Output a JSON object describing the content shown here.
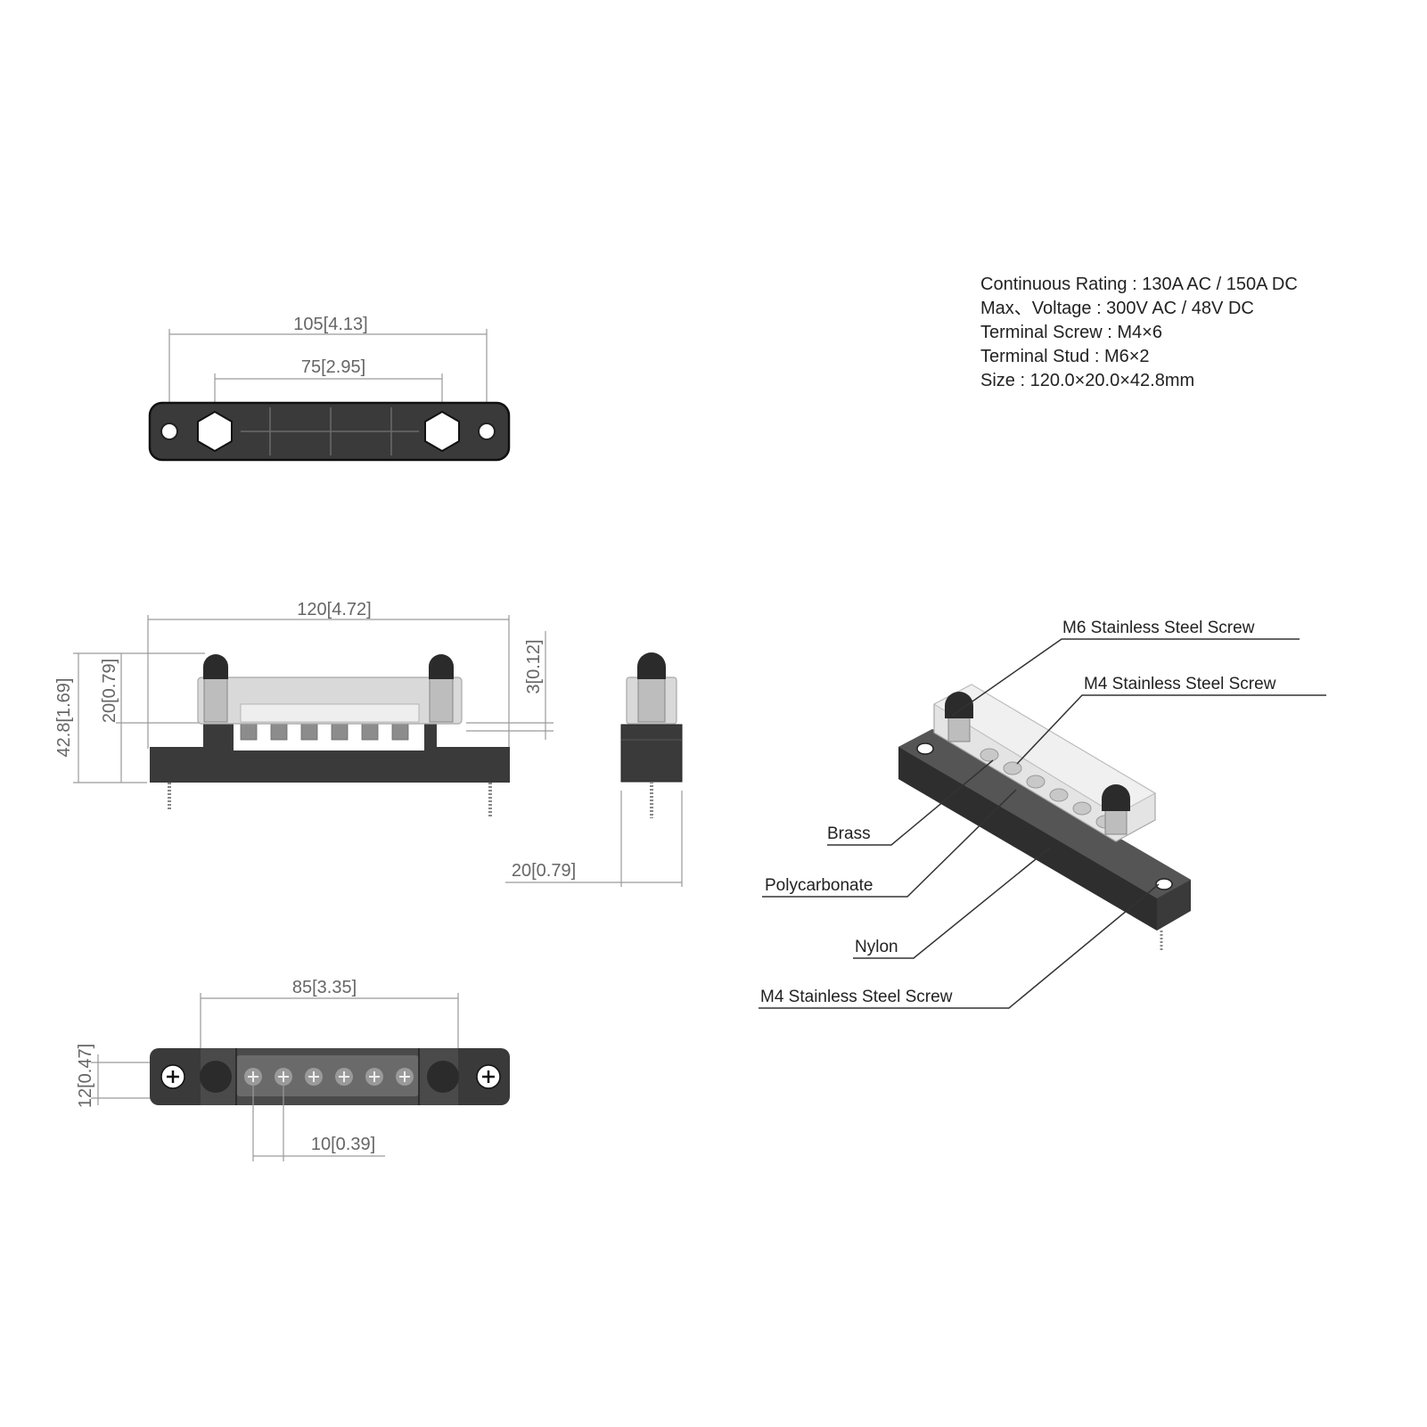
{
  "specs": [
    "Continuous Rating  :  130A AC / 150A DC",
    "Max、Voltage : 300V AC / 48V DC",
    "Terminal Screw : M4×6",
    "Terminal Stud : M6×2",
    "Size : 120.0×20.0×42.8mm"
  ],
  "top_view": {
    "dim_outer": "105[4.13]",
    "dim_inner": "75[2.95]"
  },
  "front_view": {
    "dim_length": "120[4.72]",
    "dim_total_height": "42.8[1.69]",
    "dim_base_height": "20[0.79]",
    "dim_gap": "3[0.12]"
  },
  "side_view": {
    "dim_width": "20[0.79]"
  },
  "bottom_view": {
    "dim_span": "85[3.35]",
    "dim_width": "12[0.47]",
    "dim_pitch": "10[0.39]"
  },
  "callouts": {
    "m6_screw": "M6 Stainless Steel Screw",
    "m4_screw_top": "M4 Stainless Steel Screw",
    "brass": "Brass",
    "polycarbonate": "Polycarbonate",
    "nylon": "Nylon",
    "m4_screw_bottom": "M4 Stainless Steel Screw"
  },
  "colors": {
    "body": "#3a3a3a",
    "cover": "#d9d9d9",
    "dimension": "#9a9a9a"
  }
}
